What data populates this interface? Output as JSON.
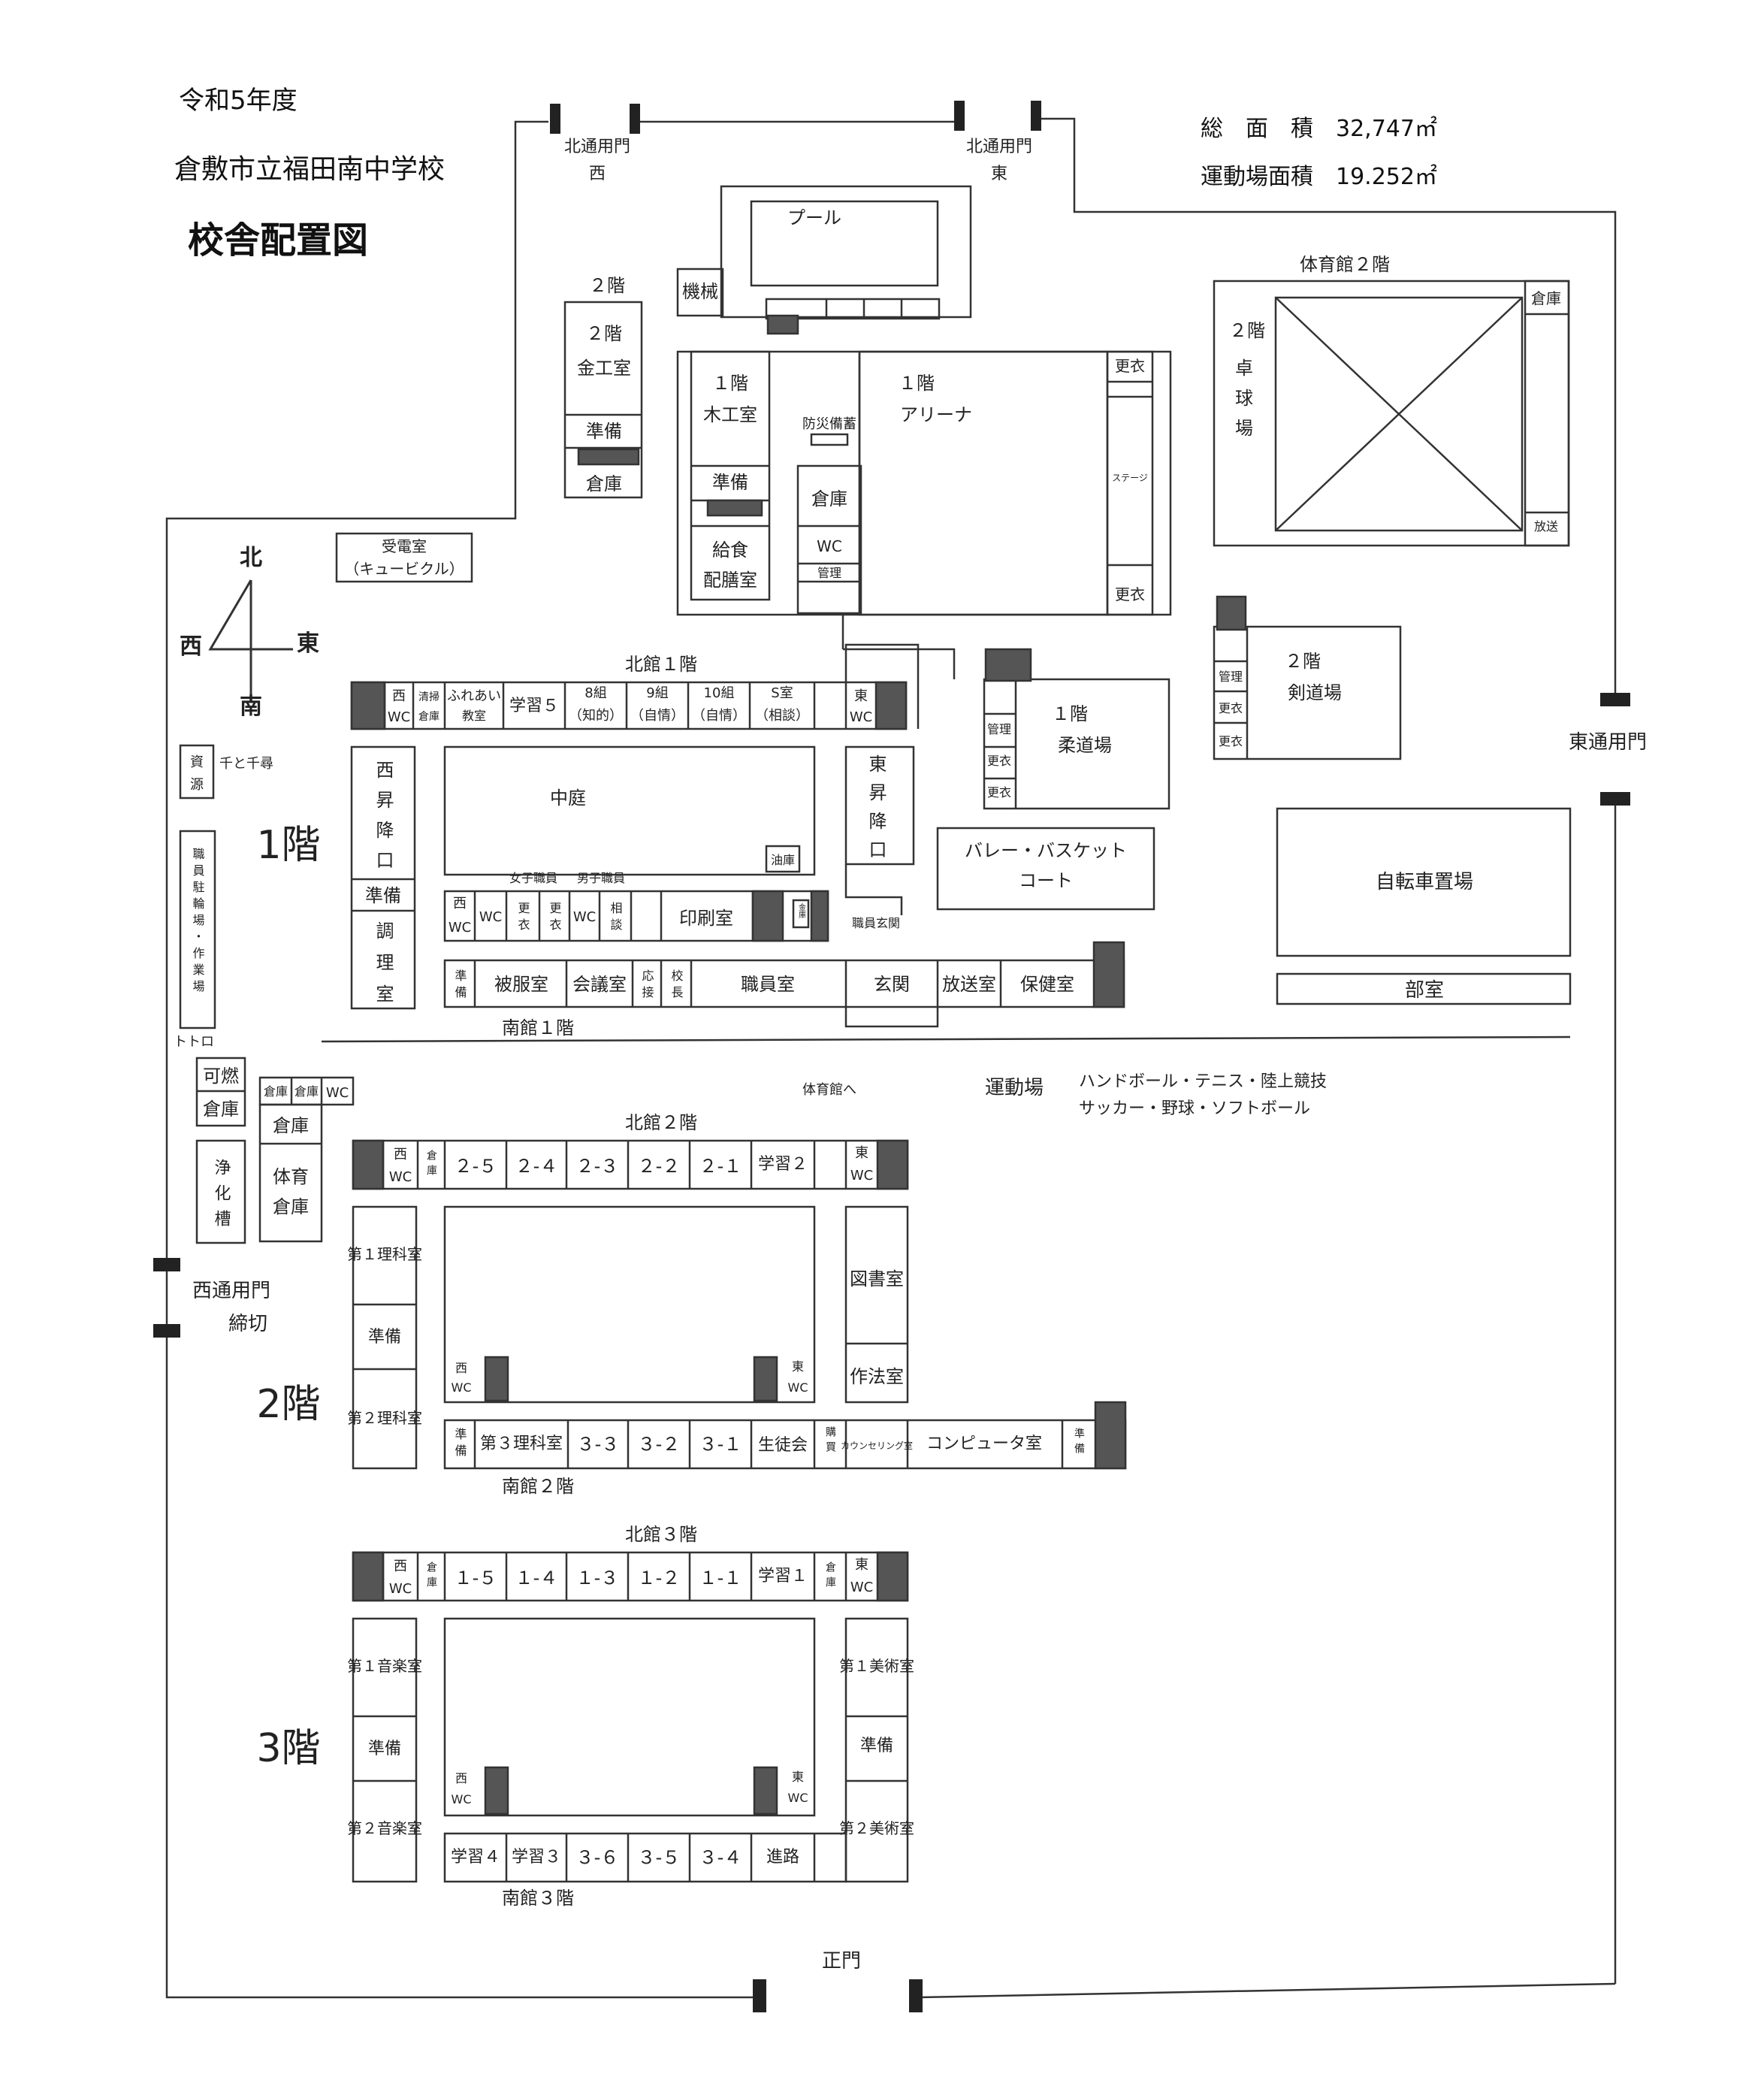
{
  "header": {
    "year": "令和5年度",
    "school": "倉敷市立福田南中学校",
    "title": "校舎配置図",
    "total_area": "総　面　積　32,747㎡",
    "ground_area": "運動場面積　19.252㎡"
  },
  "compass": {
    "n": "北",
    "s": "南",
    "e": "東",
    "w": "西"
  },
  "gates": {
    "north_west": "北通用門",
    "north_west_sub": "西",
    "north_east": "北通用門",
    "north_east_sub": "東",
    "east": "東通用門",
    "west": "西通用門",
    "west_sub": "締切",
    "main": "正門"
  },
  "floor_labels": {
    "f1": "1階",
    "f2": "2階",
    "f3": "3階"
  },
  "sections": {
    "north1": "北館１階",
    "south1": "南館１階",
    "north2": "北館２階",
    "south2": "南館２階",
    "north3": "北館３階",
    "south3": "南館３階",
    "ground": "運動場",
    "ground_sports1": "ハンドボール・テニス・陸上競技",
    "ground_sports2": "サッカー・野球・ソフトボール",
    "to_gym": "体育館へ",
    "totoro": "トトロ",
    "chihiro": "千と千尋",
    "gym2f": "体育館２階"
  },
  "rooms": {
    "pool": "プール",
    "kikai": "機械",
    "metal_floor": "２階",
    "metal_floor2": "２階",
    "metal": "金工室",
    "metal_prep": "準備",
    "metal_store": "倉庫",
    "wood_floor": "１階",
    "wood": "木工室",
    "wood_prep": "準備",
    "kyushoku1": "給食",
    "kyushoku2": "配膳室",
    "arena_floor": "１階",
    "arena": "アリーナ",
    "bousai": "防災備蓄",
    "arena_store": "倉庫",
    "arena_wc": "WC",
    "arena_kanri": "管理",
    "koui1": "更衣",
    "stage": "ステージ",
    "koui2": "更衣",
    "gym2_store": "倉庫",
    "pingpong_floor": "２階",
    "pingpong1": "卓",
    "pingpong2": "球",
    "pingpong3": "場",
    "housou_small": "放送",
    "juden1": "受電室",
    "juden2": "（キュービクル）",
    "kendo_kanri": "管理",
    "kendo_koui1": "更衣",
    "kendo_koui2": "更衣",
    "kendo_floor": "２階",
    "kendo": "剣道場",
    "judo_kanri": "管理",
    "judo_koui1": "更衣",
    "judo_koui2": "更衣",
    "judo_floor": "１階",
    "judo": "柔道場",
    "court1": "バレー・バスケット",
    "court2": "コート",
    "bike": "自転車置場",
    "club": "部室",
    "shigen1": "資",
    "shigen2": "源",
    "shokuin_bike": "職員駐輪場・作業場",
    "kanen": "可燃",
    "kanen_store": "倉庫",
    "jouka": "浄化槽",
    "small_store1": "倉庫",
    "small_store2": "倉庫",
    "small_wc": "WC",
    "sports_store": "倉庫",
    "sports_store2a": "体育",
    "sports_store2b": "倉庫",
    "n1_wwc1": "西",
    "n1_wwc2": "WC",
    "seisou1": "清掃",
    "seisou2": "倉庫",
    "fureai1": "ふれあい",
    "fureai2": "教室",
    "gakushu5": "学習５",
    "c8a": "8組",
    "c8b": "（知的）",
    "c9a": "9組",
    "c9b": "（自情）",
    "c10a": "10組",
    "c10b": "（自情）",
    "sa": "S室",
    "sb": "（相談）",
    "n1_ewc1": "東",
    "n1_ewc2": "WC",
    "nakaniwa": "中庭",
    "yuko": "油庫",
    "west_stair": "西昇降口",
    "east_stair": "東昇降口",
    "cook_prep": "準備",
    "cook": "調理室",
    "joshi": "女子職員",
    "danshi": "男子職員",
    "s1_wwc1": "西",
    "s1_wwc2": "WC",
    "s1_wc_f": "WC",
    "s1_koui_a": "更衣",
    "s1_koui_b": "更衣",
    "s1_wc_m": "WC",
    "soudan": "相談",
    "print": "印刷室",
    "kinko": "金庫",
    "shokuin_genkan": "職員玄関",
    "s1_prep": "準備",
    "hifuku": "被服室",
    "kaigi": "会議室",
    "ousetsu": "応接",
    "kouchou": "校長",
    "shokuin": "職員室",
    "genkan": "玄関",
    "housou": "放送室",
    "hoken": "保健室",
    "n2_wwc1": "西",
    "n2_wwc2": "WC",
    "n2_store": "倉庫",
    "c25": "２-５",
    "c24": "２-４",
    "c23": "２-３",
    "c22": "２-２",
    "c21": "２-１",
    "gakushu2": "学習２",
    "n2_ewc1": "東",
    "n2_ewc2": "WC",
    "rika1": "第１理科室",
    "rika_prep": "準備",
    "rika2": "第２理科室",
    "tosho": "図書室",
    "sahou": "作法室",
    "c2_wwc1": "西",
    "c2_wwc2": "WC",
    "c2_ewc1": "東",
    "c2_ewc2": "WC",
    "s2_prep": "準備",
    "rika3": "第３理科室",
    "c33": "３-３",
    "c32": "３-２",
    "c31": "３-１",
    "seitokai": "生徒会",
    "s2_ryou": "購買",
    "counsel": "カウンセリング室",
    "computer": "コンピュータ室",
    "s2_prep2": "準備",
    "n3_wwc1": "西",
    "n3_wwc2": "WC",
    "n3_store": "倉庫",
    "c15": "１-５",
    "c14": "１-４",
    "c13": "１-３",
    "c12": "１-２",
    "c11": "１-１",
    "gakushu1": "学習１",
    "n3_store2": "倉庫",
    "n3_ewc1": "東",
    "n3_ewc2": "WC",
    "ongaku1": "第１音楽室",
    "ongaku_prep": "準備",
    "ongaku2": "第２音楽室",
    "bijutsu1": "第１美術室",
    "bijutsu_prep": "準備",
    "bijutsu2": "第２美術室",
    "c3_wwc1": "西",
    "c3_wwc2": "WC",
    "c3_ewc1": "東",
    "c3_ewc2": "WC",
    "gakushu4": "学習４",
    "gakushu3": "学習３",
    "c36": "３-６",
    "c35": "３-５",
    "c34": "３-４",
    "shinro": "進路"
  }
}
